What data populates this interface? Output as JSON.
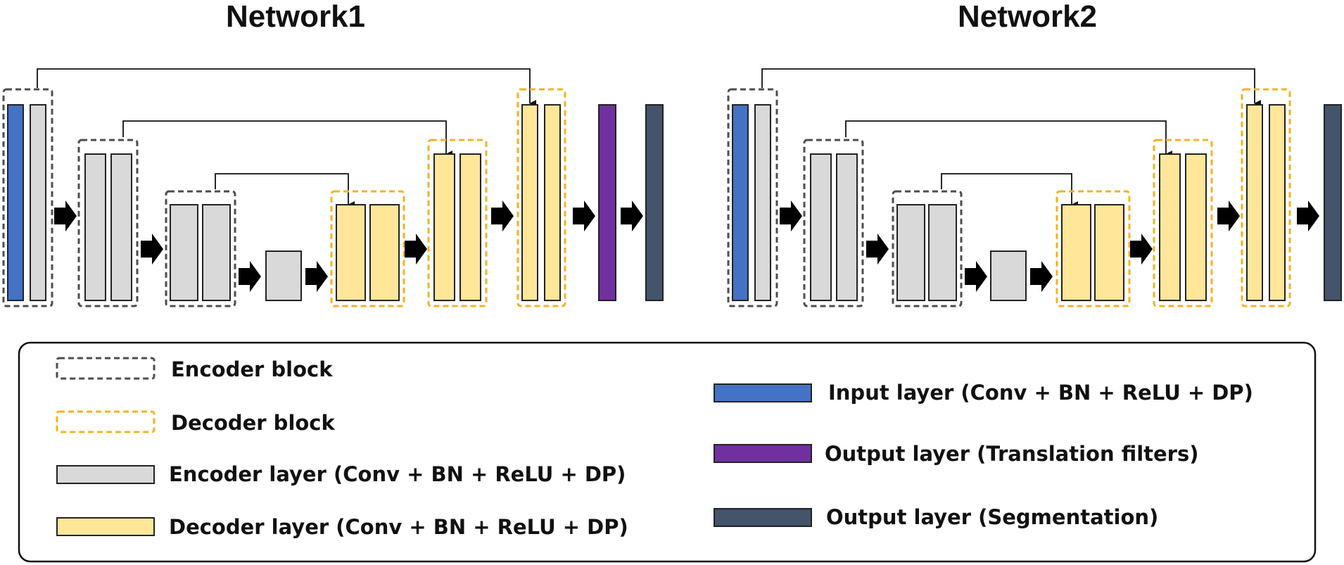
{
  "titles": {
    "network1": "Network1",
    "network2": "Network2"
  },
  "colors": {
    "encoder_layer": "#d9d9d9",
    "decoder_layer": "#ffe699",
    "input_layer": "#4472c4",
    "output_translation": "#7030a0",
    "output_segmentation": "#44546a",
    "encoder_block_border": "#4d4d4d",
    "decoder_block_border": "#f0b323"
  },
  "legend": {
    "encoder_block": "Encoder block",
    "decoder_block": "Decoder block",
    "encoder_layer": "Encoder layer (Conv + BN + ReLU + DP)",
    "decoder_layer": "Decoder layer (Conv + BN + ReLU + DP)",
    "input_layer": "Input layer (Conv + BN + ReLU + DP)",
    "output_translation": "Output layer (Translation filters)",
    "output_segmentation": "Output layer (Segmentation)"
  }
}
